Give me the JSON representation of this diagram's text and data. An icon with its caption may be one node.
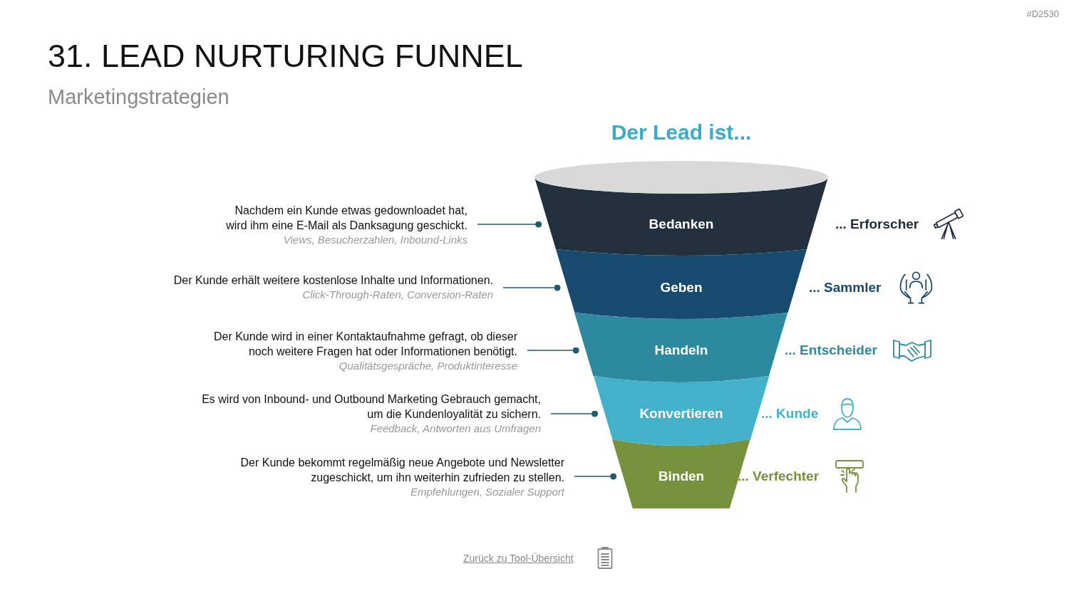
{
  "diagram": {
    "title": "31. LEAD NURTURING FUNNEL",
    "nodes": [
      {
        "text": [
          "Nachdem ein Kunde etwas gedownloadet hat, wird ihm eine E-Mail als Danksagung geschickt.",
          "Views, Besucherzahlen, Inbound-Links"
        ]
      },
      {
        "text": [
          "Bedanken"
        ],
        "beside": [
          "... Erforscher"
        ]
      },
      {
        "text": [
          "Der Kunde erhält weitere kostenlose Inhalte und Informationen.",
          "Click-Through-Raten, Conversion-Raten"
        ]
      },
      {
        "text": [
          "Geben"
        ],
        "beside": [
          "... Sammler"
        ]
      },
      {
        "text": [
          "Der Kunde wird in einer Kontaktaufnahme gefragt, ob dieser noch weitere Fragen hat oder Informationen benötigt.",
          "Qualitätsgespräche, Produktinteresse"
        ]
      },
      {
        "text": [
          "Handeln"
        ],
        "beside": [
          "... Entscheider"
        ]
      },
      {
        "text": [
          "Es wird von Inbound- und Outbound Marketing Gebrauch gemacht, um die Kundenloyalität zu sichern.",
          "Feedback, Antworten aus Umfragen"
        ]
      },
      {
        "text": [
          "Konvertieren"
        ],
        "beside": [
          "... Kunde"
        ]
      },
      {
        "text": [
          "Der Kunde bekommt regelmäßig neue Angebote und Newsletter zugeschickt, um ihn weiterhin zufrieden zu stellen.",
          "Empfehlungen, Sozialer Support"
        ]
      },
      {
        "text": [
          "Binden"
        ],
        "beside": [
          "... Verfechter"
        ]
      }
    ],
    "edges": [
      {
        "from": 0,
        "to": 1,
        "arrow": "other"
      },
      {
        "from": 2,
        "to": 3,
        "arrow": "other"
      },
      {
        "from": 4,
        "to": 5,
        "arrow": "other"
      },
      {
        "from": 6,
        "to": 7,
        "arrow": "other"
      },
      {
        "from": 8,
        "to": 9,
        "arrow": "other"
      }
    ],
    "labels": [
      "#D2530",
      "Marketingstrategien",
      "Der Lead ist...",
      "Zurück zu Tool-Übersicht"
    ]
  }
}
